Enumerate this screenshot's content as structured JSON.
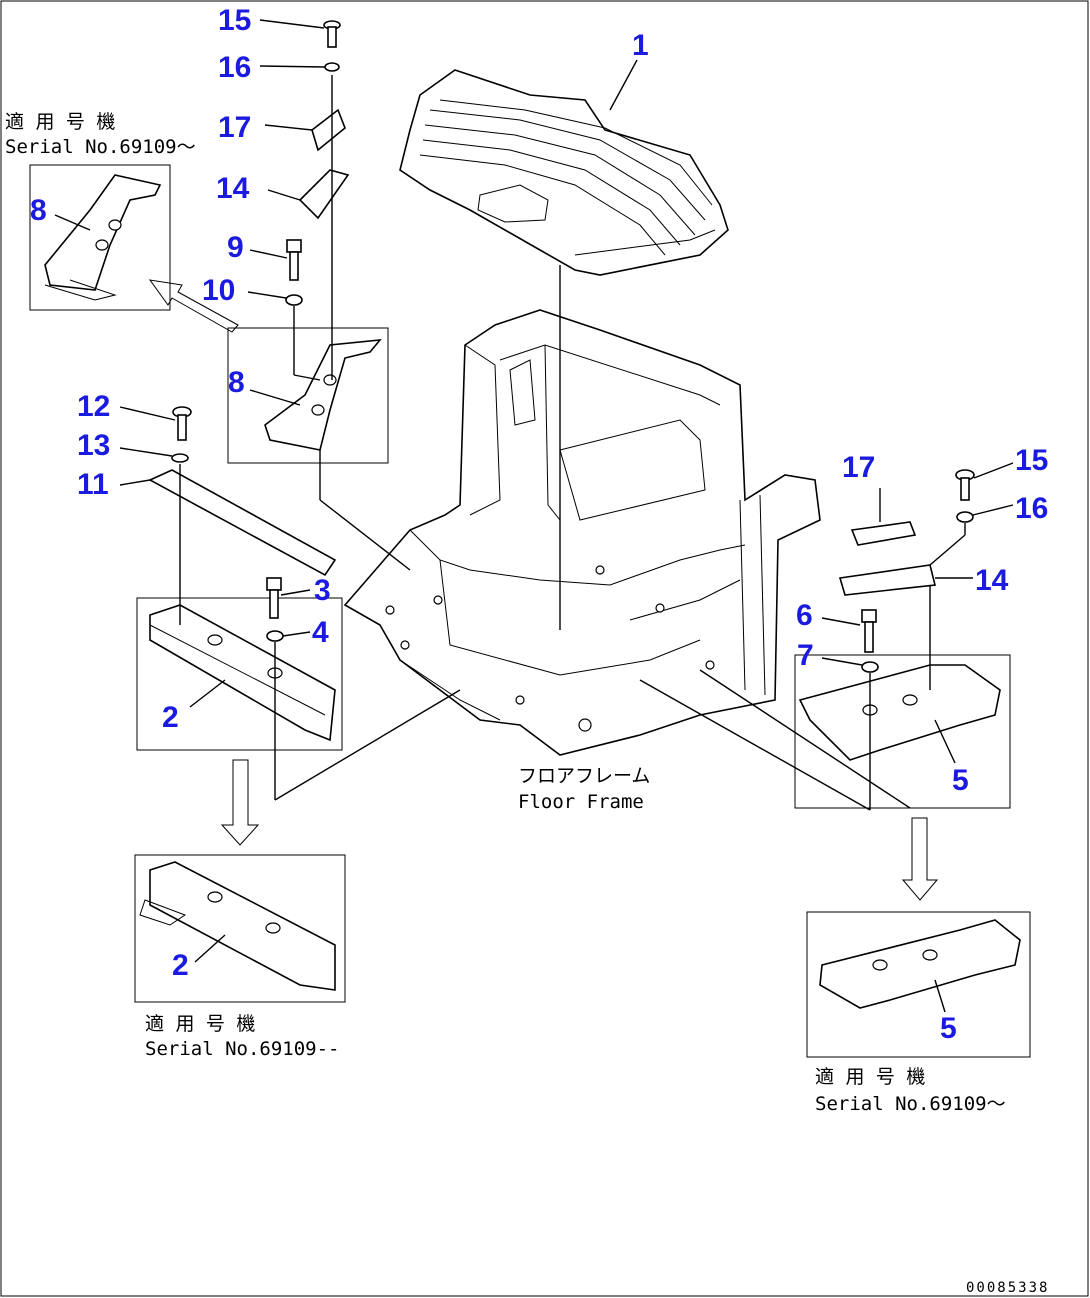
{
  "callouts": [
    {
      "n": "1"
    },
    {
      "n": "2"
    },
    {
      "n": "2"
    },
    {
      "n": "3"
    },
    {
      "n": "4"
    },
    {
      "n": "5"
    },
    {
      "n": "5"
    },
    {
      "n": "6"
    },
    {
      "n": "7"
    },
    {
      "n": "8"
    },
    {
      "n": "8"
    },
    {
      "n": "9"
    },
    {
      "n": "10"
    },
    {
      "n": "11"
    },
    {
      "n": "12"
    },
    {
      "n": "13"
    },
    {
      "n": "14"
    },
    {
      "n": "14"
    },
    {
      "n": "15"
    },
    {
      "n": "15"
    },
    {
      "n": "16"
    },
    {
      "n": "16"
    },
    {
      "n": "17"
    },
    {
      "n": "17"
    }
  ],
  "notes": {
    "serial_top_jp": "適 用 号 機",
    "serial_top_en": "Serial No.69109～",
    "serial_left_jp": "適 用 号 機",
    "serial_left_en": "Serial No.69109--",
    "serial_right_jp": "適 用 号 機",
    "serial_right_en": "Serial No.69109～",
    "floor_frame_jp": "フロアフレーム",
    "floor_frame_en": "Floor Frame"
  },
  "drawing_code": "00085338",
  "colors": {
    "callout": "#1a1ae0",
    "line": "#000000",
    "background": "#ffffff"
  }
}
